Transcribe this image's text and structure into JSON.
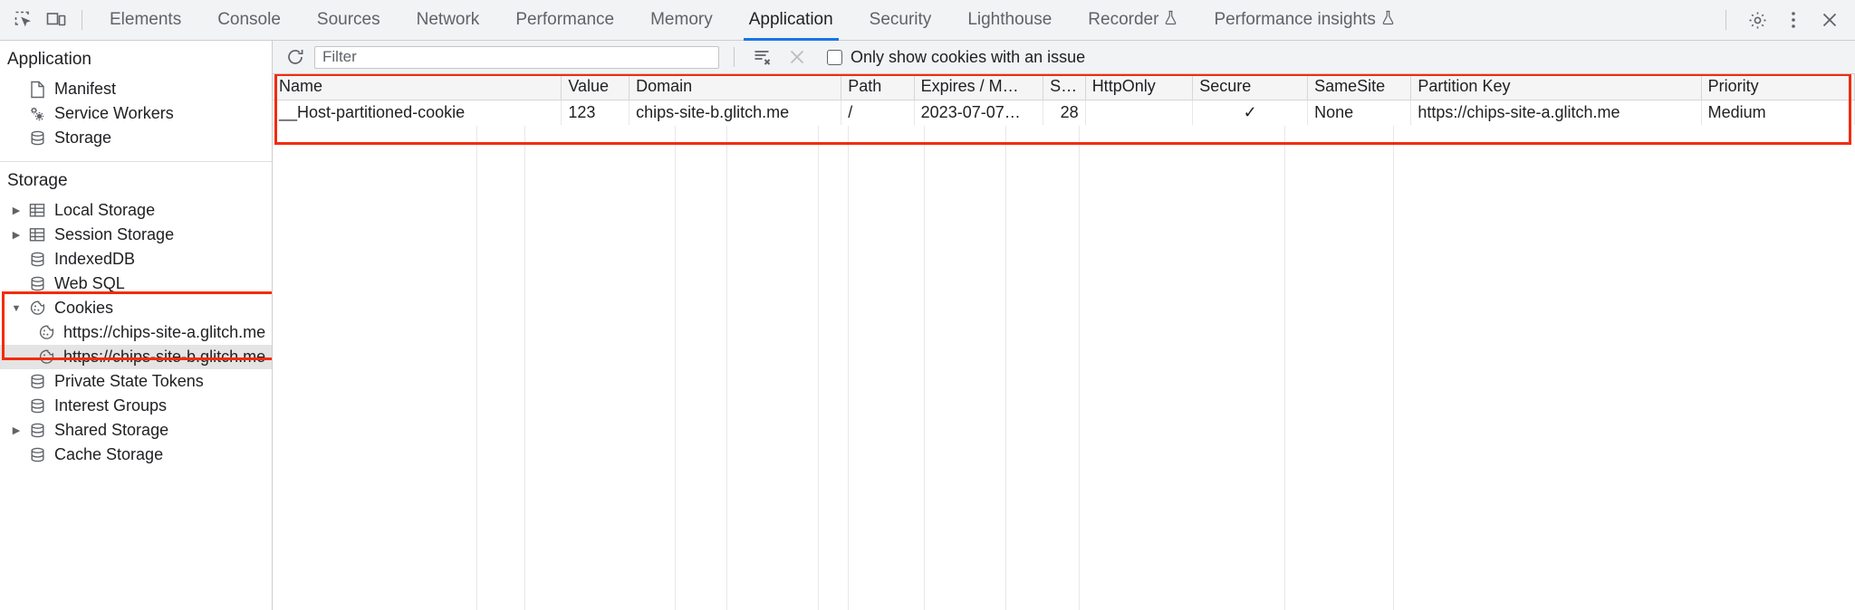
{
  "toolbar": {
    "inspect_icon": "inspect-element-icon",
    "device_icon": "device-toolbar-icon",
    "tabs": [
      {
        "label": "Elements",
        "active": false,
        "experimental": false
      },
      {
        "label": "Console",
        "active": false,
        "experimental": false
      },
      {
        "label": "Sources",
        "active": false,
        "experimental": false
      },
      {
        "label": "Network",
        "active": false,
        "experimental": false
      },
      {
        "label": "Performance",
        "active": false,
        "experimental": false
      },
      {
        "label": "Memory",
        "active": false,
        "experimental": false
      },
      {
        "label": "Application",
        "active": true,
        "experimental": false
      },
      {
        "label": "Security",
        "active": false,
        "experimental": false
      },
      {
        "label": "Lighthouse",
        "active": false,
        "experimental": false
      },
      {
        "label": "Recorder",
        "active": false,
        "experimental": true
      },
      {
        "label": "Performance insights",
        "active": false,
        "experimental": true
      }
    ],
    "settings_icon": "gear-icon",
    "more_icon": "more-vertical-icon",
    "close_icon": "close-icon",
    "accent_color": "#1a73e8"
  },
  "sidebar": {
    "sections": [
      {
        "title": "Application",
        "items": [
          {
            "label": "Manifest",
            "icon": "manifest-document-icon",
            "twisty": "none",
            "selected": false
          },
          {
            "label": "Service Workers",
            "icon": "service-workers-gear-icon",
            "twisty": "none",
            "selected": false
          },
          {
            "label": "Storage",
            "icon": "storage-database-icon",
            "twisty": "none",
            "selected": false
          }
        ]
      },
      {
        "title": "Storage",
        "items": [
          {
            "label": "Local Storage",
            "icon": "table-icon",
            "twisty": "collapsed",
            "selected": false
          },
          {
            "label": "Session Storage",
            "icon": "table-icon",
            "twisty": "collapsed",
            "selected": false
          },
          {
            "label": "IndexedDB",
            "icon": "database-icon",
            "twisty": "none",
            "selected": false
          },
          {
            "label": "Web SQL",
            "icon": "database-icon",
            "twisty": "none",
            "selected": false
          },
          {
            "label": "Cookies",
            "icon": "cookie-icon",
            "twisty": "expanded",
            "selected": false
          },
          {
            "label": "https://chips-site-a.glitch.me",
            "icon": "cookie-icon",
            "twisty": "none",
            "selected": false,
            "child": true
          },
          {
            "label": "https://chips-site-b.glitch.me",
            "icon": "cookie-icon",
            "twisty": "none",
            "selected": true,
            "child": true
          },
          {
            "label": "Private State Tokens",
            "icon": "database-icon",
            "twisty": "none",
            "selected": false
          },
          {
            "label": "Interest Groups",
            "icon": "database-icon",
            "twisty": "none",
            "selected": false
          },
          {
            "label": "Shared Storage",
            "icon": "database-icon",
            "twisty": "collapsed",
            "selected": false
          },
          {
            "label": "Cache Storage",
            "icon": "database-icon",
            "twisty": "none",
            "selected": false
          }
        ]
      }
    ]
  },
  "filter_bar": {
    "refresh_icon": "refresh-icon",
    "filter_placeholder": "Filter",
    "filter_value": "",
    "clear_filtered_icon": "clear-filtered-cookies-icon",
    "clear_all_icon": "clear-all-cookies-icon",
    "issue_checkbox_label": "Only show cookies with an issue",
    "issue_checkbox_checked": false
  },
  "cookies_table": {
    "columns": [
      "Name",
      "Value",
      "Domain",
      "Path",
      "Expires / M…",
      "Size",
      "HttpOnly",
      "Secure",
      "SameSite",
      "Partition Key",
      "Priority"
    ],
    "rows": [
      {
        "Name": "__Host-partitioned-cookie",
        "Value": "123",
        "Domain": "chips-site-b.glitch.me",
        "Path": "/",
        "Expires / M…": "2023-07-07…",
        "Size": "28",
        "HttpOnly": "",
        "Secure": "✓",
        "SameSite": "None",
        "Partition Key": "https://chips-site-a.glitch.me",
        "Priority": "Medium"
      }
    ]
  },
  "annotations": {
    "highlight_color": "#f22c0c",
    "boxes": [
      "cookies-tree-highlight",
      "cookies-table-highlight"
    ]
  }
}
